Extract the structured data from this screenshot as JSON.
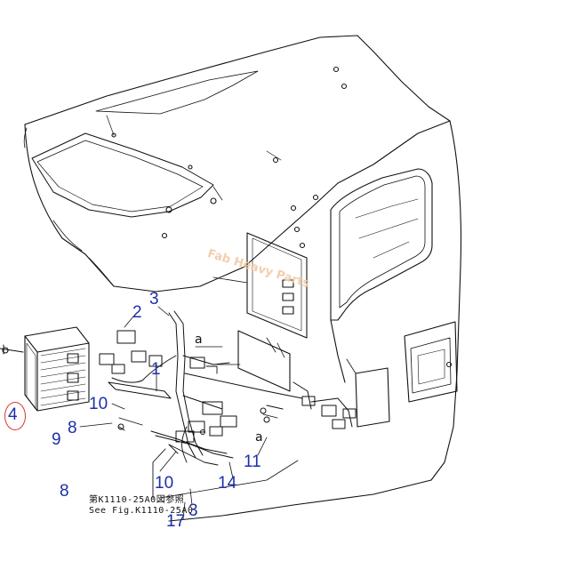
{
  "callouts": {
    "n2": "2",
    "n3": "3",
    "n1": "1",
    "n4": "4",
    "n10a": "10",
    "n9": "9",
    "n8a": "8",
    "n8b": "8",
    "n10b": "10",
    "n14": "14",
    "n11": "11",
    "n17": "17",
    "n13": "3"
  },
  "markers": {
    "a1": "a",
    "a2": "a"
  },
  "reference": {
    "line_jp": "第K1110-25A0図参照",
    "line_en": "See Fig.K1110-25A0"
  },
  "watermark": "Fab Heavy Parts",
  "colors": {
    "callout": "#1d2fa8",
    "highlight_ring": "#d9342b",
    "line_art": "#111111",
    "watermark": "#f1c9a4"
  }
}
